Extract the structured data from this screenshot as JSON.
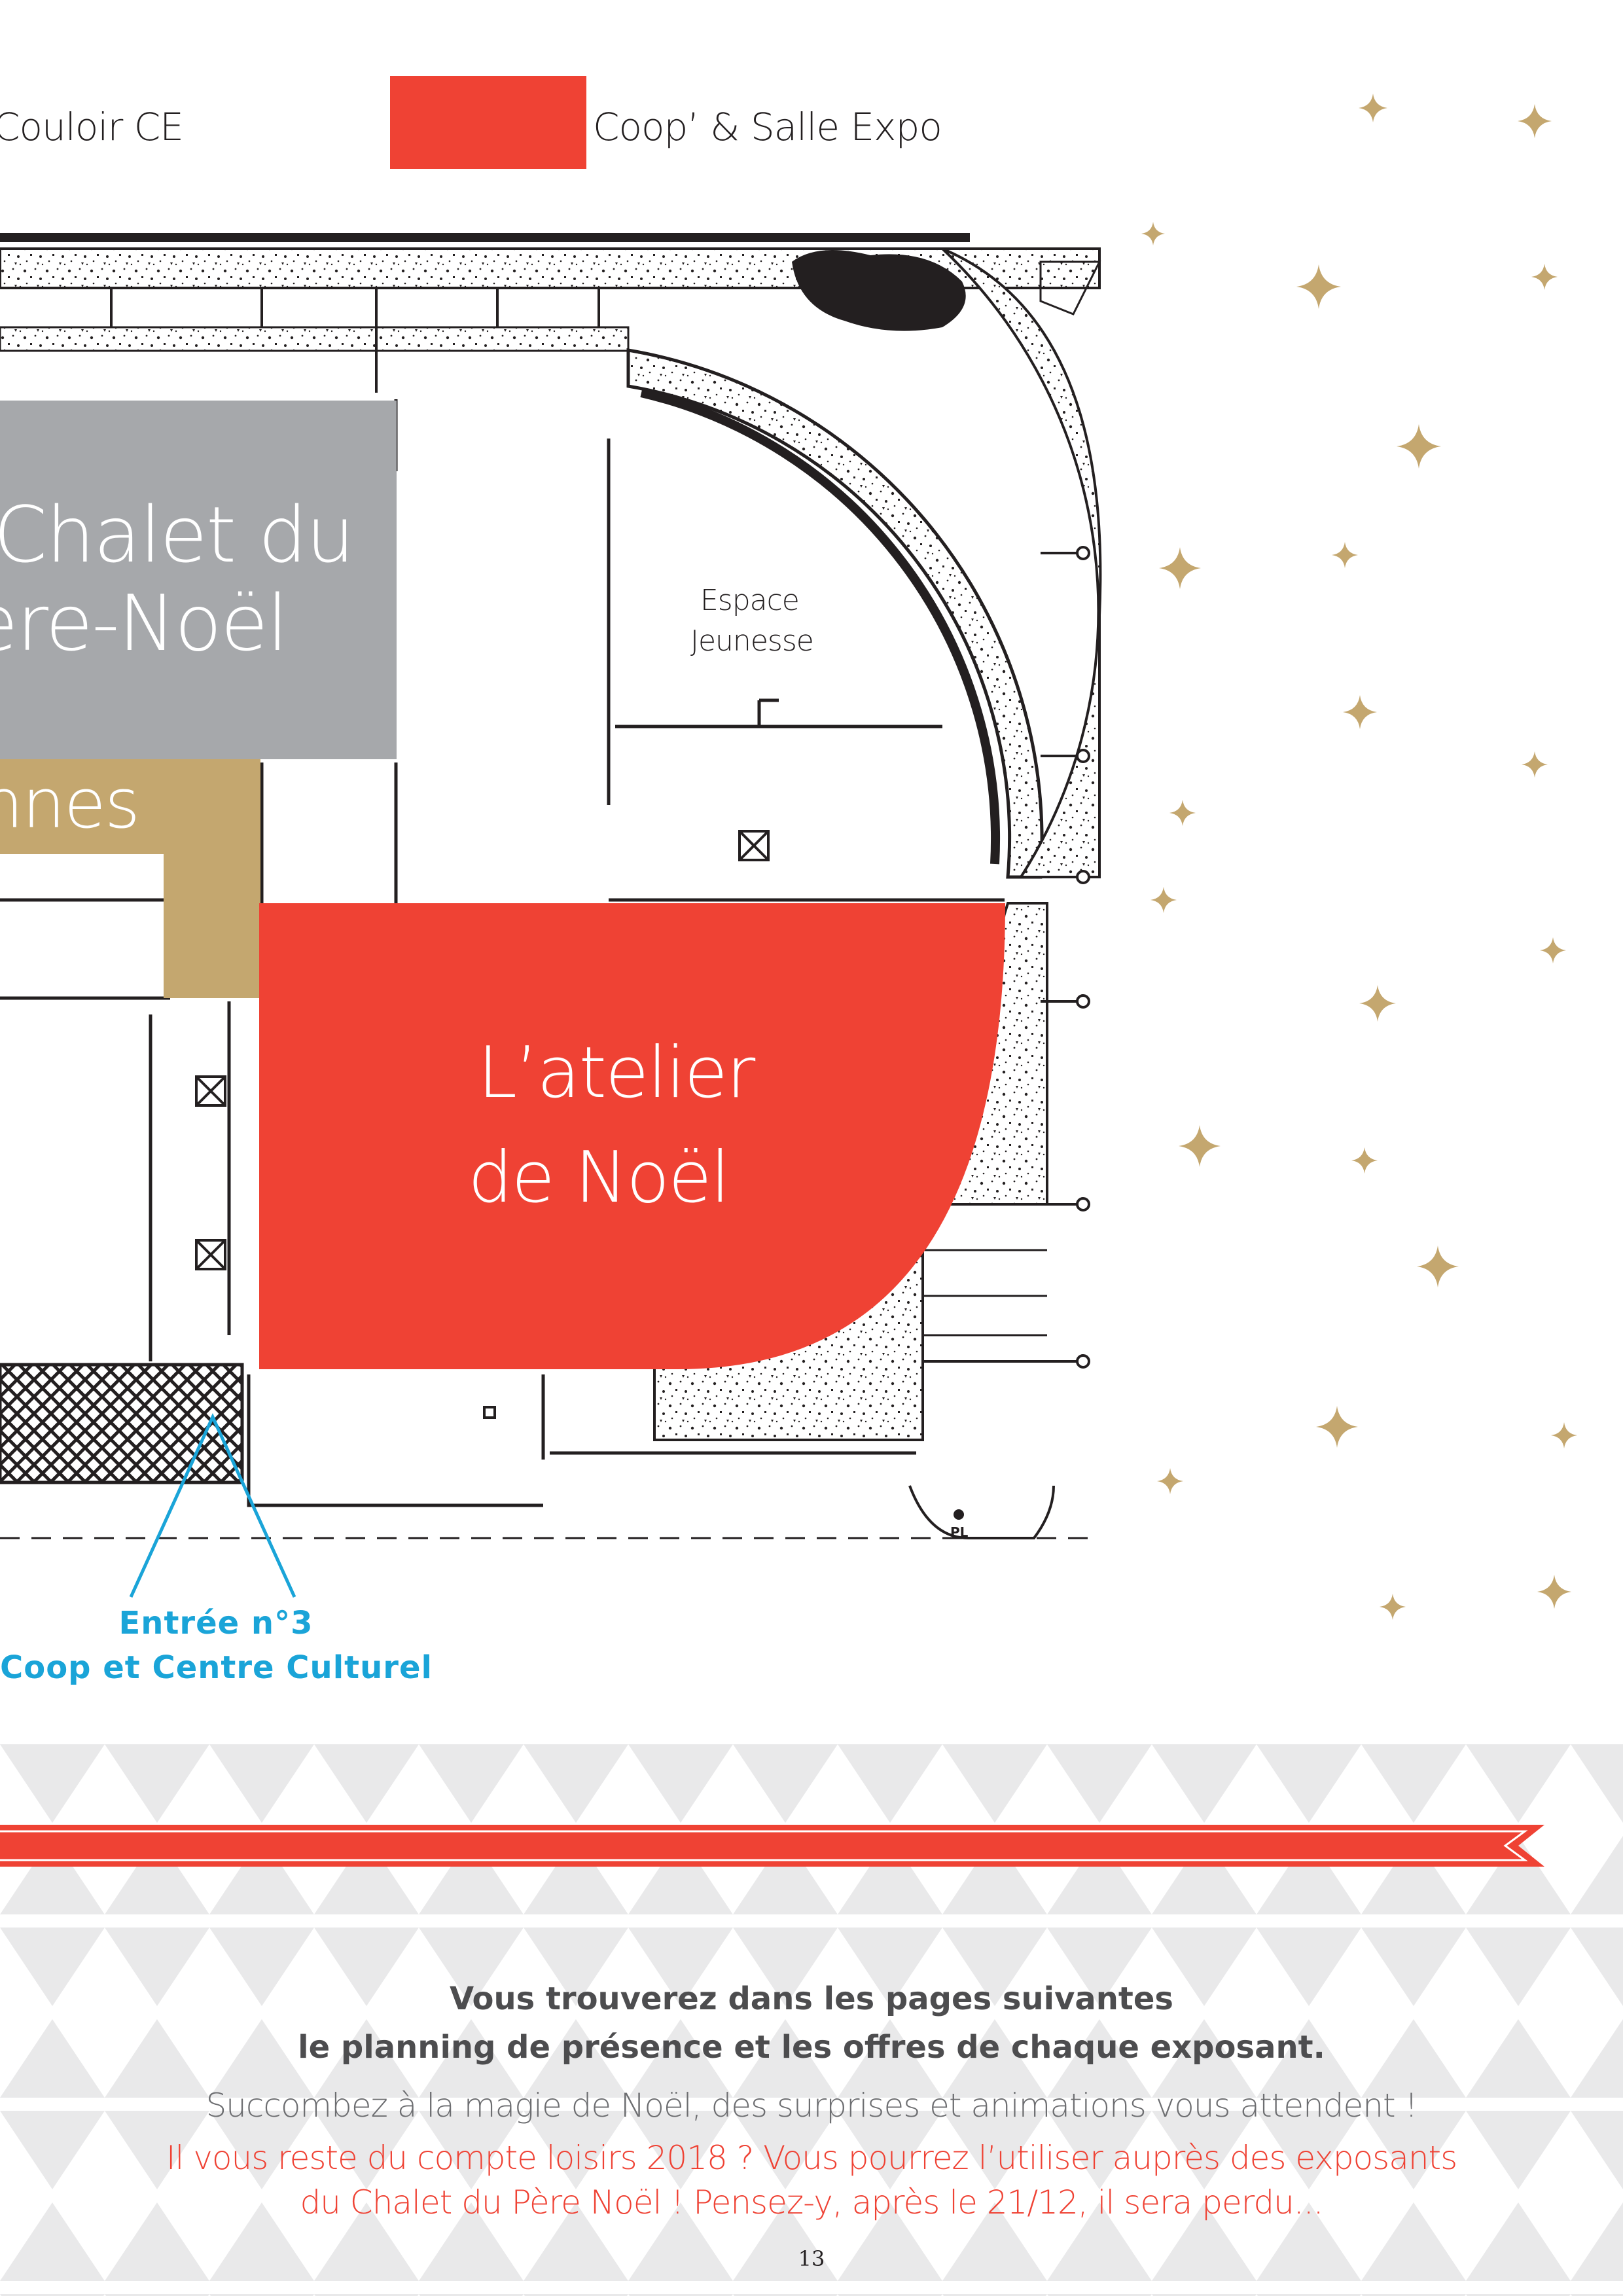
{
  "legend": {
    "items": [
      {
        "label": "Couloir CE",
        "color": "#ffffff"
      },
      {
        "label": "Coop’ & Salle Expo",
        "color": "#ef4234"
      }
    ]
  },
  "zones": [
    {
      "label_lines": [
        "Chalet du",
        "Père-Noël"
      ],
      "color": "#a6a8ab"
    },
    {
      "label_lines": [
        "nnes"
      ],
      "color": "#c4a76f"
    },
    {
      "label_lines": [
        "L’atelier",
        "de Noël"
      ],
      "color": "#ef4234"
    }
  ],
  "plan": {
    "space_label_lines": [
      "Espace",
      "Jeunesse"
    ],
    "marks": [
      "PL"
    ]
  },
  "entrance": {
    "lines": [
      "Entrée n°3",
      "Coop et Centre Culturel"
    ],
    "color": "#1aa4d8"
  },
  "footer": {
    "bold_lines": [
      "Vous trouverez dans les pages suivantes",
      "le planning de présence et les offres de chaque exposant."
    ],
    "gray_line": "Succombez à la magie de Noël, des surprises et animations vous attendent !",
    "red_lines": [
      "Il vous reste du compte loisirs 2018 ? Vous pourrez l’utiliser auprès des exposants",
      "du Chalet du Père Noël ! Pensez-y, après le 21/12, il sera perdu..."
    ],
    "page_number": "13"
  },
  "colors": {
    "accent_red": "#ef4234",
    "gold": "#c4a76f",
    "gray": "#a6a8ab",
    "text_dark": "#4d4d4f",
    "text_gray": "#6d6e71",
    "blue": "#1aa4d8"
  },
  "decorations": {
    "icon": "sparkle-star-icon"
  }
}
